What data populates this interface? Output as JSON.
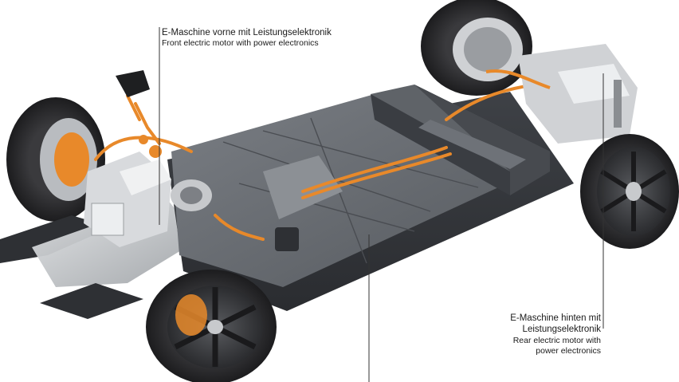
{
  "image": {
    "background": "#ffffff",
    "colors": {
      "motor_accent": "#e8892a",
      "battery_dark": "#4a4d52",
      "battery_mid": "#6c7076",
      "tire": "#2b2b2d",
      "chassis_metal": "#b9bcc0"
    }
  },
  "annotations": {
    "front_motor": {
      "de": "E-Maschine vorne mit Leistungselektronik",
      "en": "Front electric motor with power electronics"
    },
    "rear_motor": {
      "de_line1": "E-Maschine hinten mit",
      "de_line2": "Leistungselektronik",
      "en_line1": "Rear electric motor with",
      "en_line2": "power electronics"
    }
  }
}
